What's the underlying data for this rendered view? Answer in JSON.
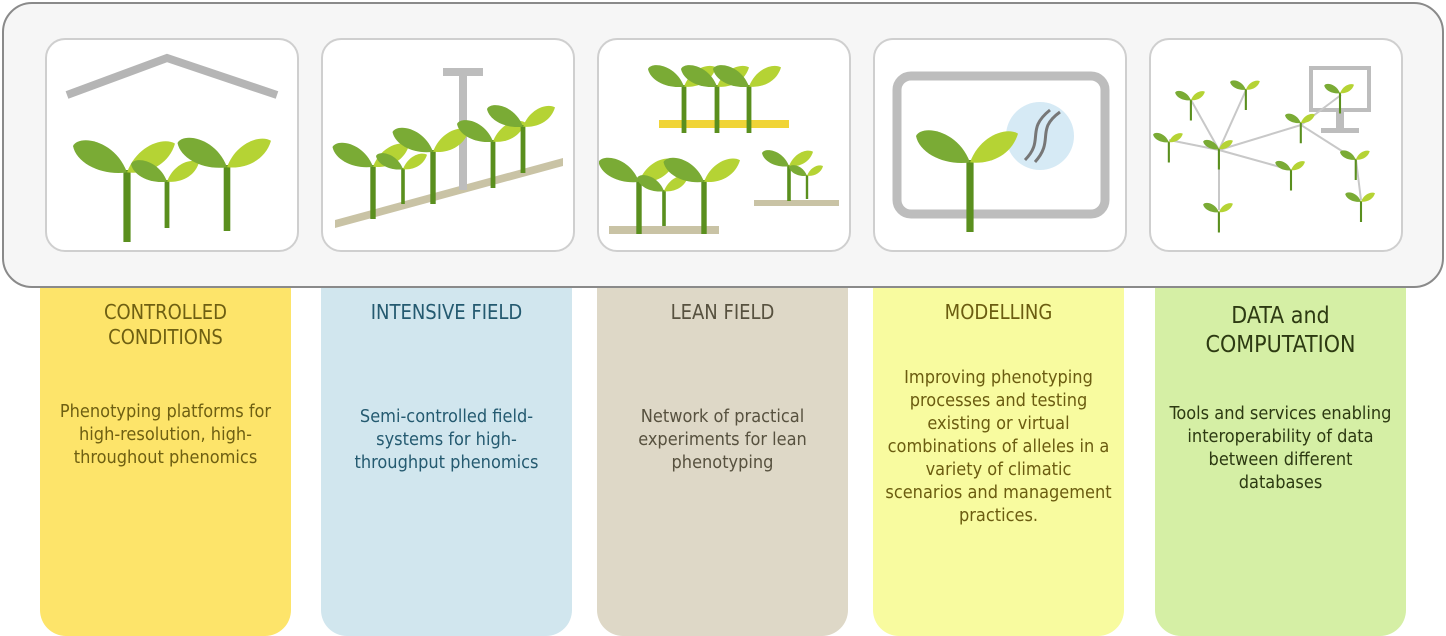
{
  "columns": [
    {
      "title": "CONTROLLED CONDITIONS",
      "description": "Phenotyping platforms for high-resolution, high-throughout phenomics",
      "icon": "greenhouse-plants-icon",
      "color": "#fde46a"
    },
    {
      "title": "INTENSIVE FIELD",
      "description": "Semi-controlled field-systems for high-throughput phenomics",
      "icon": "field-sensor-plants-icon",
      "color": "#d1e6ee"
    },
    {
      "title": "LEAN FIELD",
      "description": "Network of practical experiments for lean phenotyping",
      "icon": "network-plots-icon",
      "color": "#ded8c7"
    },
    {
      "title": "MODELLING",
      "description": "Improving phenotyping processes and testing existing or virtual combinations of alleles in a variety of climatic scenarios and management practices.",
      "icon": "screen-plant-dna-icon",
      "color": "#f8fb9f"
    },
    {
      "title": "DATA and COMPUTATION",
      "description": "Tools and services enabling interoperability of data between different databases",
      "icon": "data-network-icon",
      "color": "#d5efa5"
    }
  ]
}
